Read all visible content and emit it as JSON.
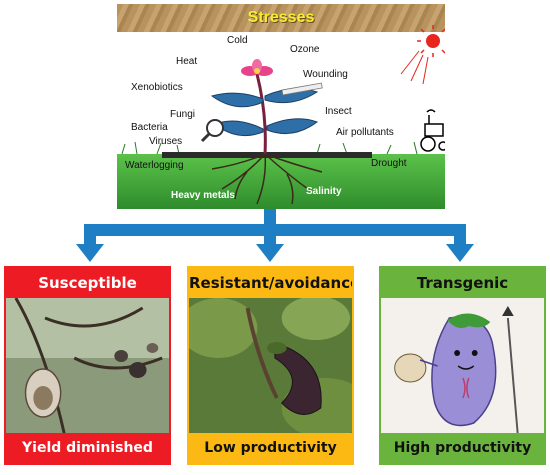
{
  "stresses": {
    "title": "Stresses",
    "labels": {
      "cold": "Cold",
      "ozone": "Ozone",
      "heat": "Heat",
      "wounding": "Wounding",
      "xenobiotics": "Xenobiotics",
      "fungi": "Fungi",
      "insect": "Insect",
      "bacteria": "Bacteria",
      "air_pollutants": "Air pollutants",
      "viruses": "Viruses",
      "waterlogging": "Waterlogging",
      "drought": "Drought",
      "salinity": "Salinity",
      "heavy_metals": "Heavy metals"
    }
  },
  "outcomes": [
    {
      "heading": "Susceptible",
      "footer": "Yield diminished",
      "color": "#ed1c24"
    },
    {
      "heading": "Resistant/avoidance",
      "footer": "Low productivity",
      "color": "#fdb913"
    },
    {
      "heading": "Transgenic",
      "footer": "High productivity",
      "color": "#6ab43e"
    }
  ],
  "colors": {
    "arrows": "#1f7fc4",
    "sun": "#e8261d",
    "grass": "#3fa63a"
  }
}
